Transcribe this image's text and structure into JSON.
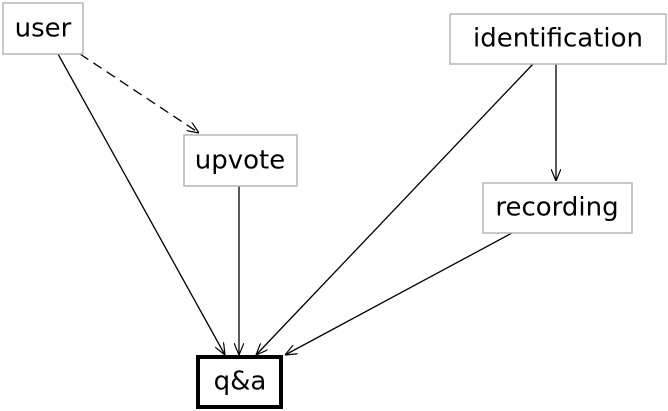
{
  "nodes": {
    "user": {
      "label": "user"
    },
    "identification": {
      "label": "identification"
    },
    "upvote": {
      "label": "upvote"
    },
    "recording": {
      "label": "recording"
    },
    "qa": {
      "label": "q&a"
    }
  },
  "edges": [
    {
      "from": "user",
      "to": "upvote",
      "style": "dashed"
    },
    {
      "from": "user",
      "to": "qa",
      "style": "solid"
    },
    {
      "from": "upvote",
      "to": "qa",
      "style": "solid"
    },
    {
      "from": "identification",
      "to": "qa",
      "style": "solid"
    },
    {
      "from": "identification",
      "to": "recording",
      "style": "solid"
    },
    {
      "from": "recording",
      "to": "qa",
      "style": "solid"
    }
  ],
  "colors": {
    "node_border": "#b5b5b5",
    "target_border": "#000000",
    "edge": "#000000",
    "text": "#000000"
  }
}
